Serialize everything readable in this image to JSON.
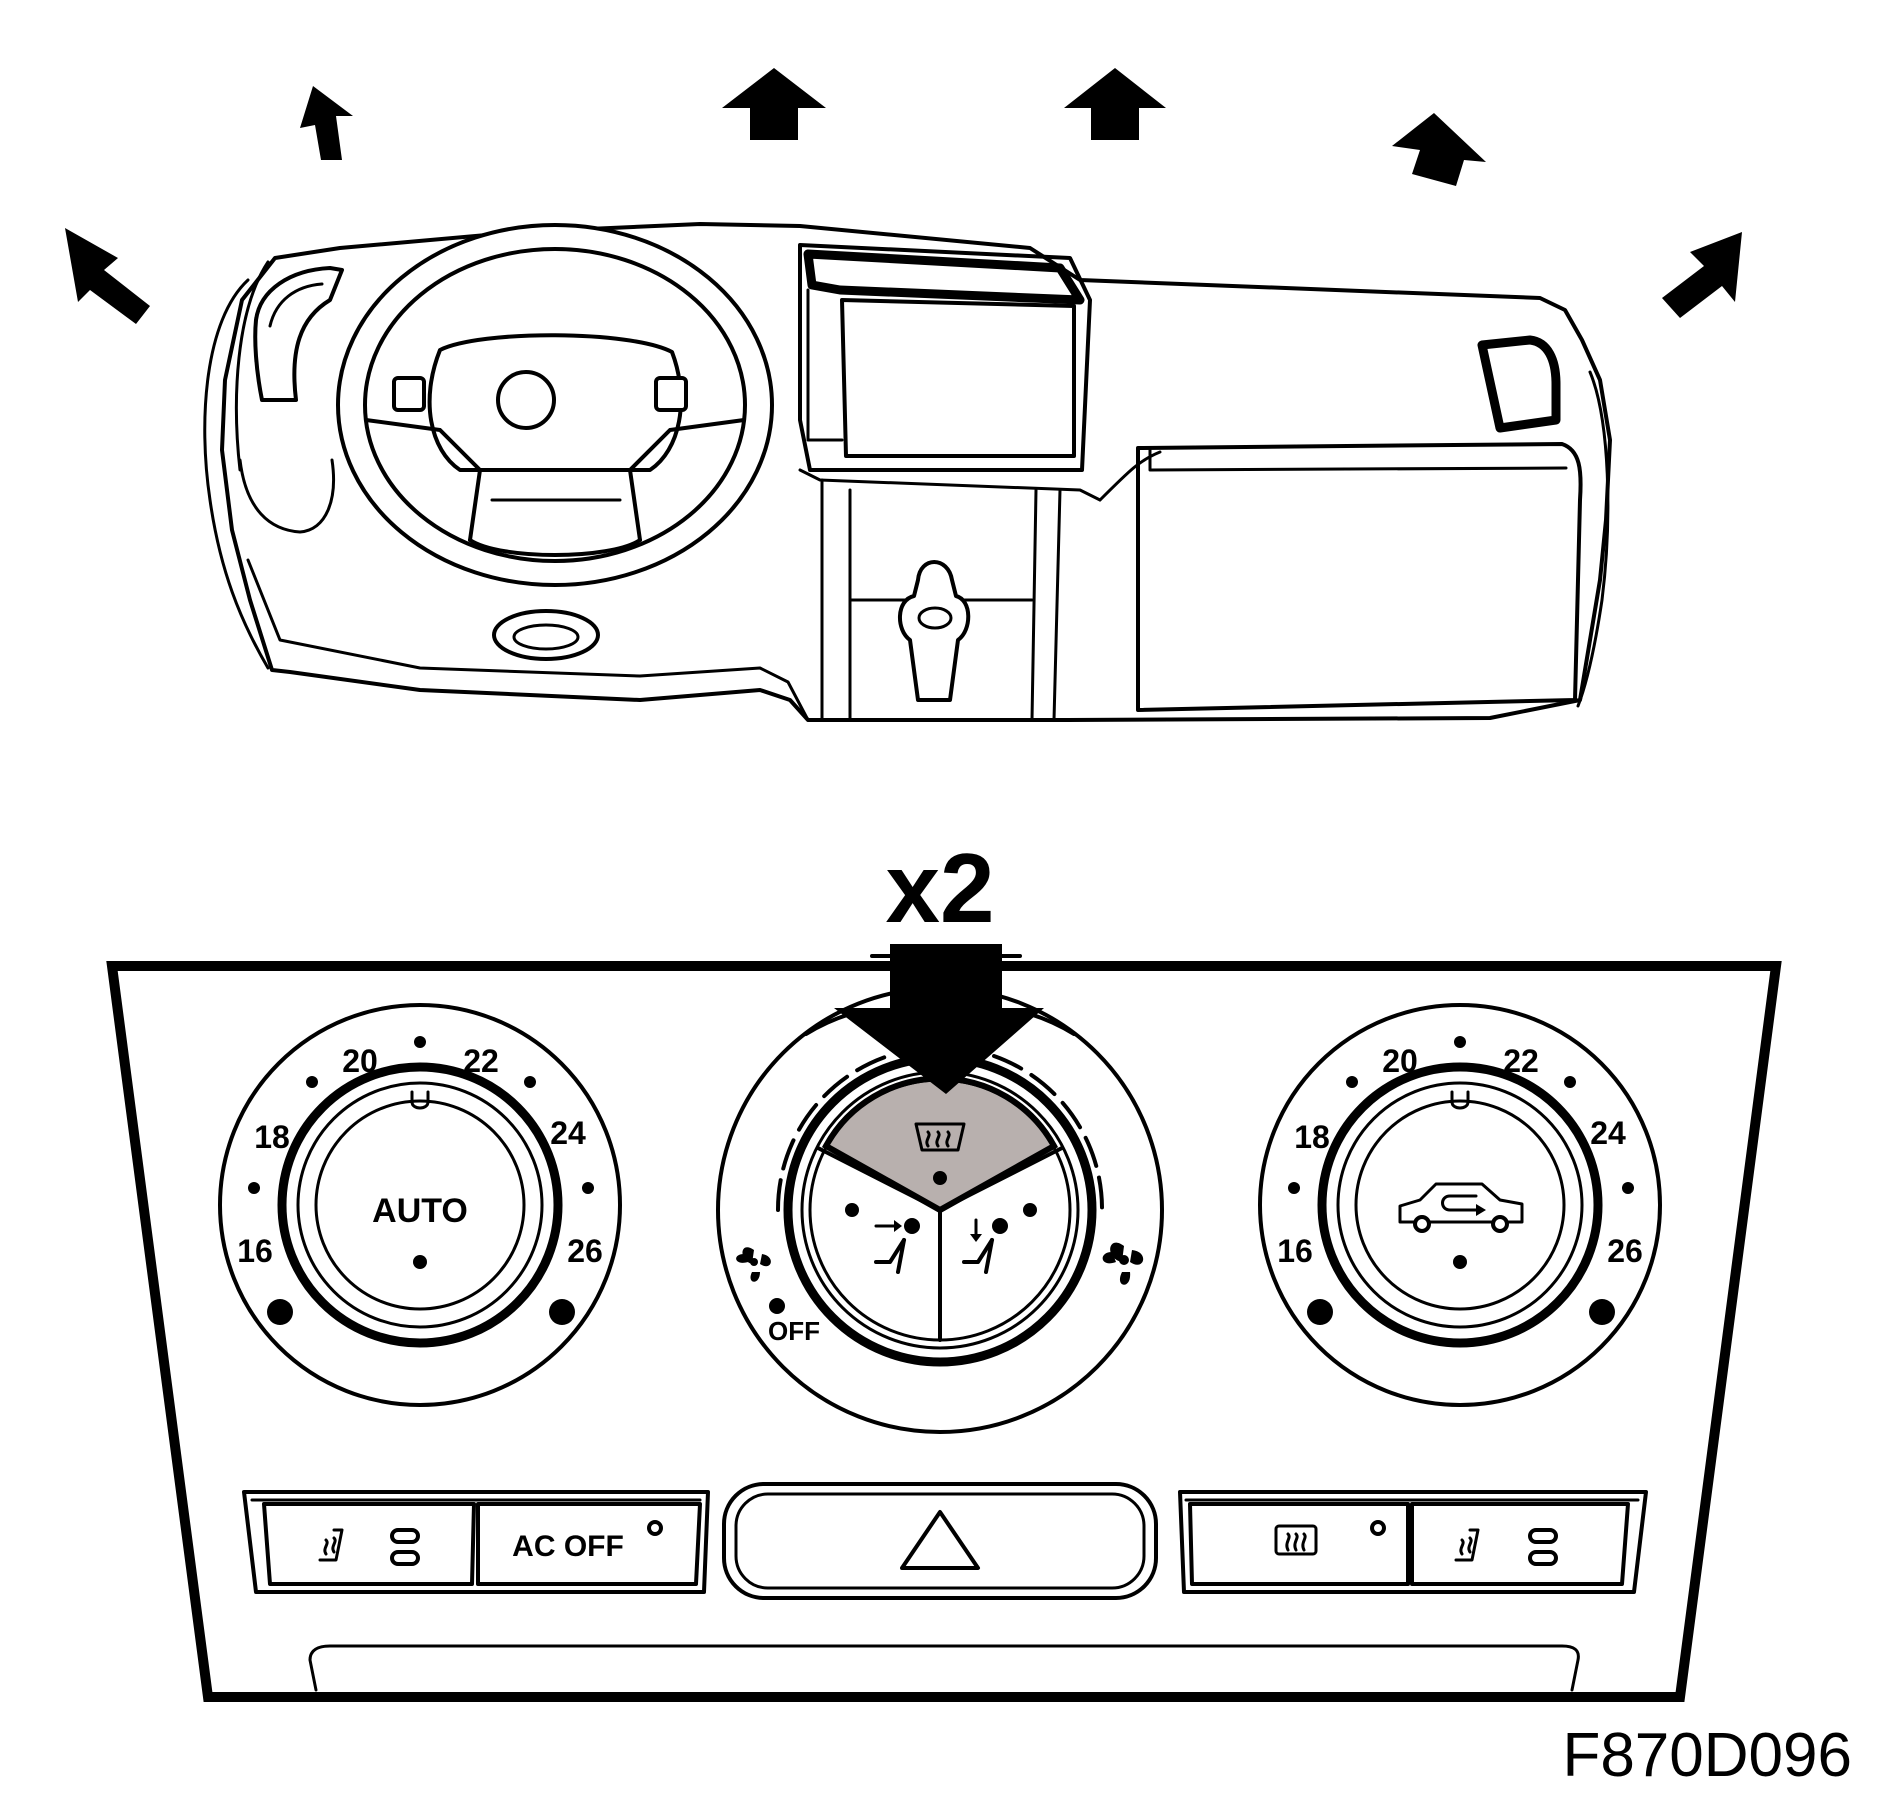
{
  "multiplier_label": "x2",
  "figure_code": "F870D096",
  "left_dial": {
    "scale": [
      "16",
      "18",
      "20",
      "22",
      "24",
      "26"
    ],
    "knob_label": "AUTO"
  },
  "right_dial": {
    "scale": [
      "16",
      "18",
      "20",
      "22",
      "24",
      "26"
    ],
    "knob_icon": "recirculation-car-icon"
  },
  "center_dial": {
    "off_label": "OFF",
    "highlighted_segment": "windshield-defrost",
    "segments": [
      "windshield-defrost-icon",
      "face-vent-icon",
      "foot-vent-icon"
    ],
    "highlight_color": "#b8b0ae"
  },
  "buttons": {
    "ac_off_label": "AC OFF"
  }
}
